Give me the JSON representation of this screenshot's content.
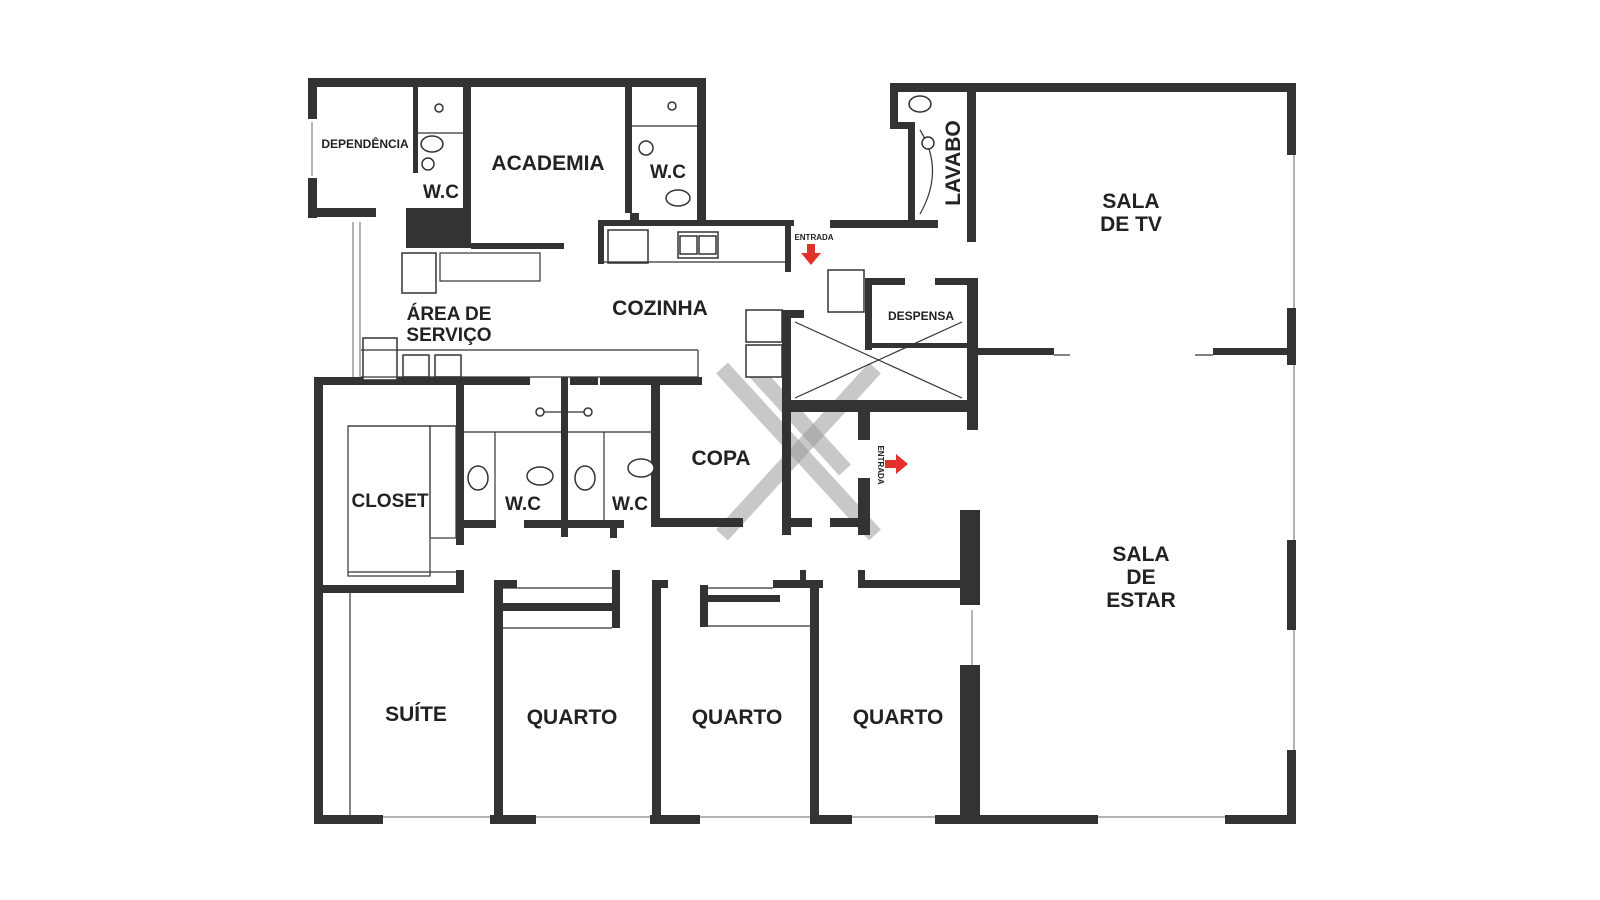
{
  "plan": {
    "rooms": {
      "dependencia": "DEPENDÊNCIA",
      "wc_dependencia": "W.C",
      "academia": "ACADEMIA",
      "wc_academia": "W.C",
      "lavabo": "LAVABO",
      "sala_tv_1": "SALA",
      "sala_tv_2": "DE TV",
      "area_servico_1": "ÁREA DE",
      "area_servico_2": "SERVIÇO",
      "cozinha": "COZINHA",
      "despensa": "DESPENSA",
      "closet": "CLOSET",
      "wc_1": "W.C",
      "wc_2": "W.C",
      "copa": "COPA",
      "sala_estar_1": "SALA",
      "sala_estar_2": "DE",
      "sala_estar_3": "ESTAR",
      "suite": "SUÍTE",
      "quarto_1": "QUARTO",
      "quarto_2": "QUARTO",
      "quarto_3": "QUARTO"
    },
    "entrances": {
      "top": "ENTRADA",
      "side": "ENTRADA"
    },
    "colors": {
      "wall": "#333333",
      "arrow": "#e2312d",
      "watermark": "#9b9b9b"
    },
    "icons": [
      "entrance-arrow-down-icon",
      "entrance-arrow-right-icon",
      "watermark-x-logo"
    ]
  }
}
